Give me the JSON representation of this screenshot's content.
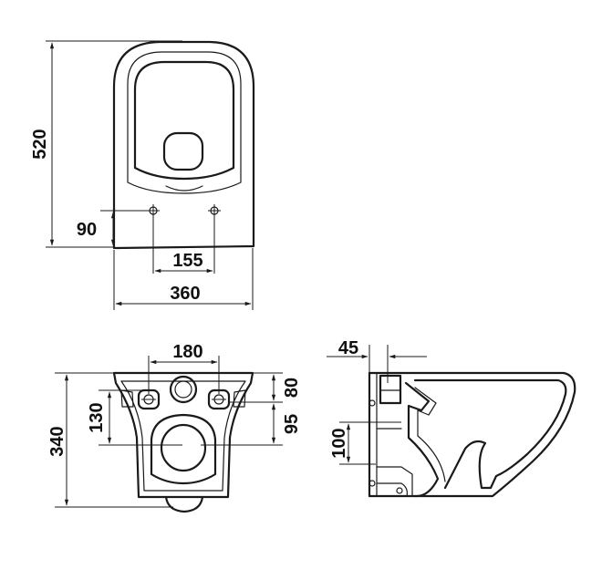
{
  "top_view": {
    "height_label": "520",
    "hole_height_label": "90",
    "hole_spacing_label": "155",
    "width_label": "360"
  },
  "front_view": {
    "bracket_spacing_label": "180",
    "bracket_to_top_label": "80",
    "height_label": "340",
    "lower_left_label": "130",
    "lower_right_label": "95"
  },
  "side_view": {
    "offset_label": "45",
    "outlet_height_label": "100"
  },
  "colors": {
    "line": "#1a1a1a",
    "background": "#ffffff"
  }
}
